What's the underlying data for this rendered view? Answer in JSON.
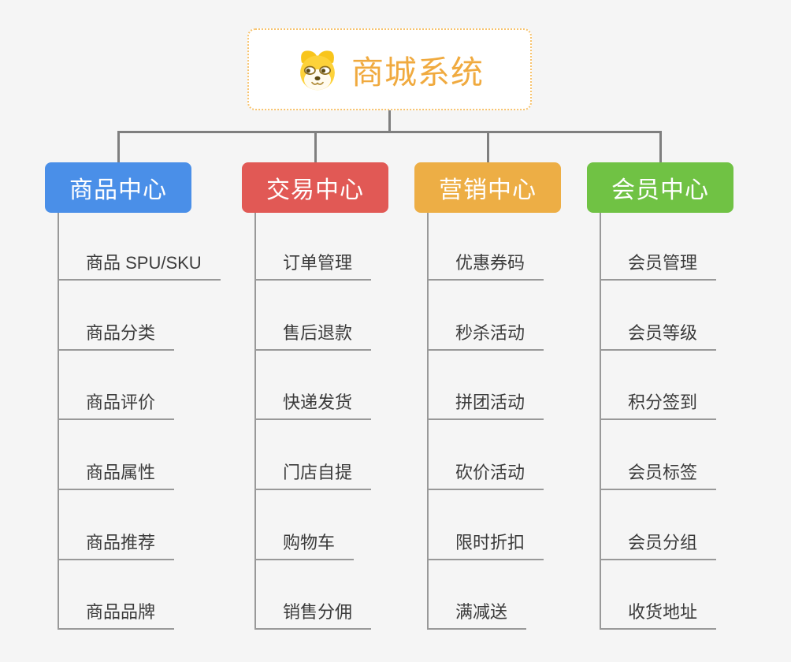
{
  "canvas": {
    "background": "#f5f5f5"
  },
  "root": {
    "title": "商城系统",
    "icon": "dog-icon",
    "title_color": "#f0aa3f",
    "border_color": "#f7c36e"
  },
  "colors": {
    "connector_line": "#7f7f7f",
    "leaf_line": "#999999",
    "leaf_text": "#3b3b3b"
  },
  "branches": [
    {
      "id": "product-center",
      "label": "商品中心",
      "color": "#4a8fe8",
      "children": [
        "商品 SPU/SKU",
        "商品分类",
        "商品评价",
        "商品属性",
        "商品推荐",
        "商品品牌"
      ]
    },
    {
      "id": "trade-center",
      "label": "交易中心",
      "color": "#e15955",
      "children": [
        "订单管理",
        "售后退款",
        "快递发货",
        "门店自提",
        "购物车",
        "销售分佣"
      ]
    },
    {
      "id": "marketing-center",
      "label": "营销中心",
      "color": "#edae45",
      "children": [
        "优惠券码",
        "秒杀活动",
        "拼团活动",
        "砍价活动",
        "限时折扣",
        "满减送"
      ]
    },
    {
      "id": "member-center",
      "label": "会员中心",
      "color": "#70c244",
      "children": [
        "会员管理",
        "会员等级",
        "积分签到",
        "会员标签",
        "会员分组",
        "收货地址"
      ]
    }
  ]
}
